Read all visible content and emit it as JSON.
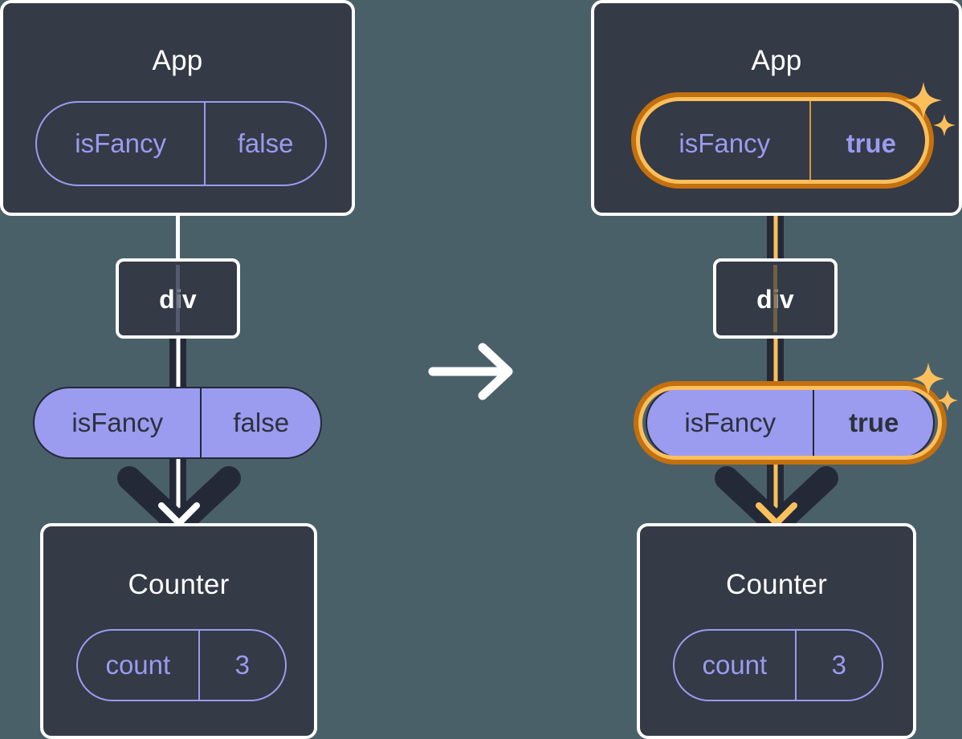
{
  "diagram": {
    "title": "React state update propagation",
    "background_color": "#4A6069",
    "transition_icon": "arrow-right-icon",
    "panels": [
      {
        "id": "before",
        "app": {
          "label": "App",
          "state_pill": {
            "name": "isFancy",
            "value": "false",
            "highlighted": false,
            "style": "outline"
          }
        },
        "div": {
          "label": "div"
        },
        "props_pill": {
          "name": "isFancy",
          "value": "false",
          "highlighted": false,
          "style": "filled"
        },
        "counter": {
          "label": "Counter",
          "state_pill": {
            "name": "count",
            "value": "3",
            "highlighted": false,
            "style": "outline"
          }
        },
        "sparkles": false
      },
      {
        "id": "after",
        "app": {
          "label": "App",
          "state_pill": {
            "name": "isFancy",
            "value": "true",
            "highlighted": true,
            "style": "outline"
          }
        },
        "div": {
          "label": "div"
        },
        "props_pill": {
          "name": "isFancy",
          "value": "true",
          "highlighted": true,
          "style": "filled"
        },
        "counter": {
          "label": "Counter",
          "state_pill": {
            "name": "count",
            "value": "3",
            "highlighted": false,
            "style": "outline"
          }
        },
        "sparkles": true
      }
    ],
    "colors": {
      "background": "#4A6069",
      "node_fill": "#343A46",
      "node_border": "#FFFFFF",
      "pill_purple": "#9B9BF0",
      "pill_text_dark": "#2C313D",
      "highlight_outer": "#C4700E",
      "highlight_inner": "#FBBF5C",
      "wire_dark": "#242938",
      "wire_light": "#FFFFFF"
    }
  }
}
